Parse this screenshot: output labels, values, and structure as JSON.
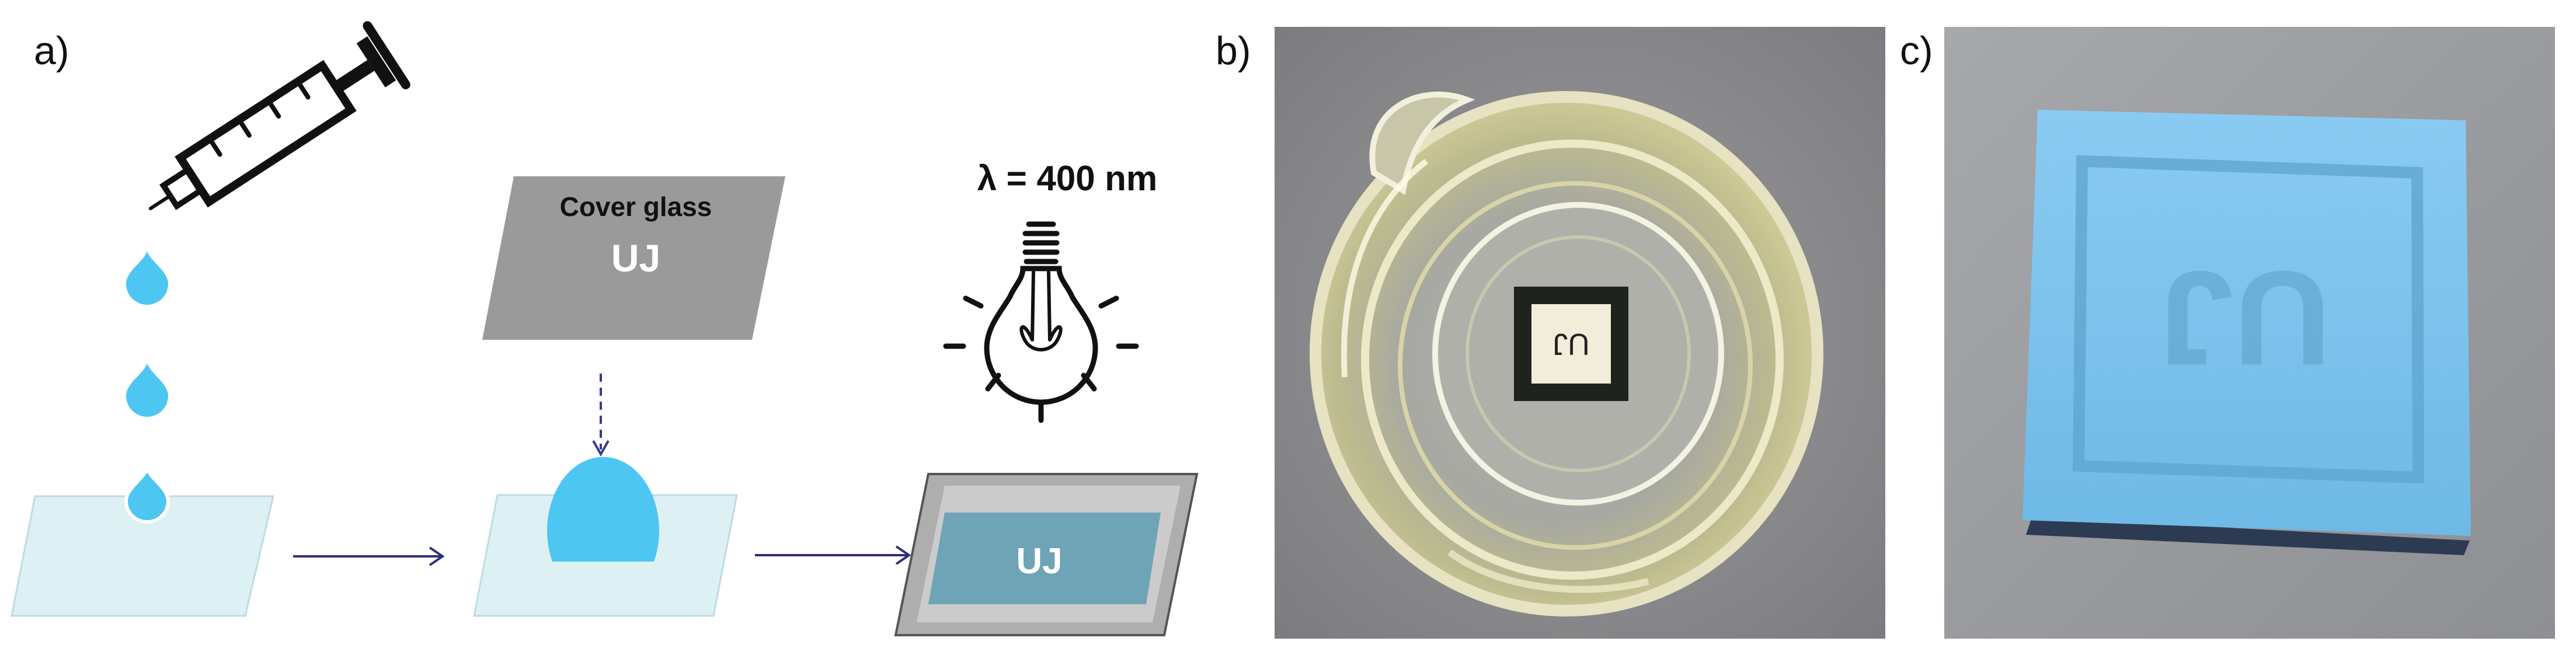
{
  "panels": {
    "a": {
      "label": "a)"
    },
    "b": {
      "label": "b)"
    },
    "c": {
      "label": "c)"
    }
  },
  "schematic": {
    "cover_glass_title": "Cover glass",
    "cover_glass_text": "UJ",
    "wavelength": "λ = 400 nm",
    "final_sample_text": "UJ"
  },
  "photo_b": {
    "label_text": "UJ"
  },
  "photo_c": {
    "label_text": "UJ"
  },
  "colors": {
    "droplet": "#4DC6F2",
    "substrate": "#DDF1F4",
    "cover_glass": "#9A9A9A",
    "arrow": "#2E2E7A",
    "cured_film": "#6FA3B6",
    "blue_sample": "#7EC4EE"
  }
}
